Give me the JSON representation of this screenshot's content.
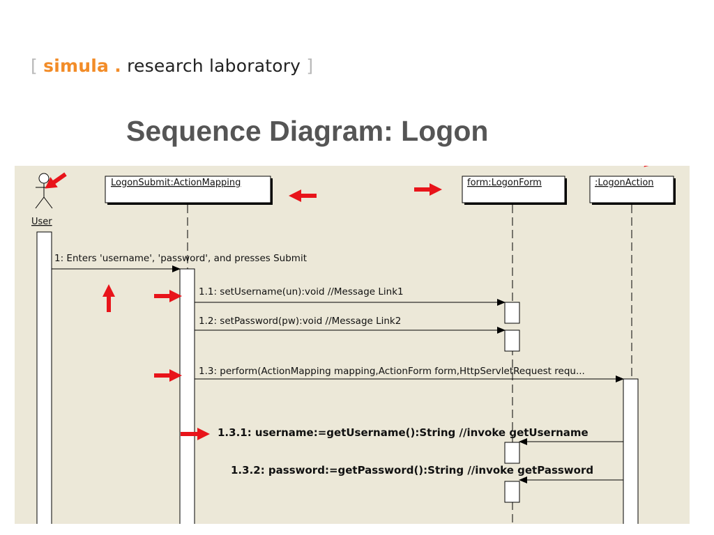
{
  "logo": {
    "open_bracket": "[",
    "brand": "simula",
    "dot": ".",
    "rest": "research laboratory",
    "close_bracket": "]"
  },
  "title": "Sequence Diagram: Logon",
  "diagram": {
    "actor_label": "User",
    "objects": [
      "LogonSubmit:ActionMapping",
      "form:LogonForm",
      ":LogonAction"
    ],
    "messages": [
      "1: Enters 'username', 'password', and presses Submit",
      "1.1: setUsername(un):void //Message Link1",
      "1.2: setPassword(pw):void //Message Link2",
      "1.3: perform(ActionMapping mapping,ActionForm form,HttpServletRequest requ...",
      "1.3.1: username:=getUsername():String //invoke getUsername",
      "1.3.2: password:=getPassword():String //invoke getPassword"
    ]
  },
  "colors": {
    "diagram_bg": "#ece8d8",
    "annotation_arrows": "#e8141a",
    "brand_orange": "#f28c28"
  }
}
